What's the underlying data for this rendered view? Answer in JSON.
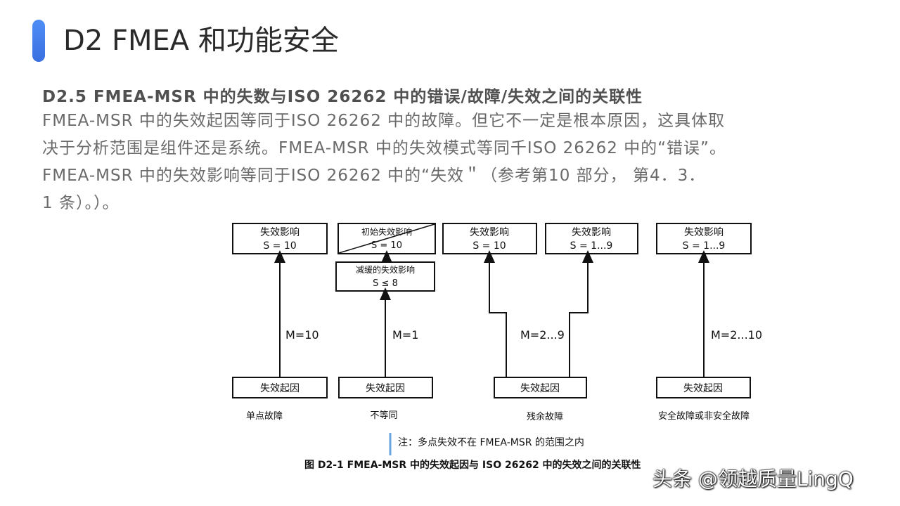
{
  "slide": {
    "title": "D2 FMEA 和功能安全",
    "heading": "D2.5 FMEA-MSR 中的失数与ISO 26262 中的错误/故障/失效之间的关联性",
    "body_lines": [
      "FMEA-MSR 中的失效起因等同于ISO 26262 中的故障。但它不一定是根本原因，这具体取",
      "决于分析范围是组件还是系统。FMEA-MSR 中的失效模式等同千ISO 26262 中的“错误”。",
      "FMEA-MSR 中的失效影响等同于ISO 26262 中的“失效＂（参考第10 部分， 第4．3．",
      "1 条）。）。"
    ]
  },
  "diagram": {
    "boxes": {
      "b1_top_l1": "失效影响",
      "b1_top_l2": "S = 10",
      "b2_top_l1": "初始失效影响",
      "b2_top_l2": "S = 10",
      "b2_mid_l1": "减缓的失效影响",
      "b2_mid_l2": "S ≤ 8",
      "b3_topA_l1": "失效影响",
      "b3_topA_l2": "S = 10",
      "b3_topB_l1": "失效影响",
      "b3_topB_l2": "S = 1...9",
      "b4_top_l1": "失效影响",
      "b4_top_l2": "S = 1...9",
      "cause": "失效起因"
    },
    "line_labels": {
      "m1": "M=10",
      "m2": "M=1",
      "m3": "M=2...9",
      "m4": "M=2...10"
    },
    "categories": {
      "c1": "单点故障",
      "c2": "不等同",
      "c3": "残余故障",
      "c4": "安全故障或非安全故障"
    },
    "note": "注：多点失效不在 FMEA-MSR 的范围之内",
    "caption": "图 D2-1 FMEA-MSR 中的失效起因与 ISO 26262 中的失效之间的关联性"
  },
  "watermark": "头条 @领越质量LingQ",
  "colors": {
    "accent": "#3f7ff0",
    "note_bar": "#6aa6e0"
  }
}
